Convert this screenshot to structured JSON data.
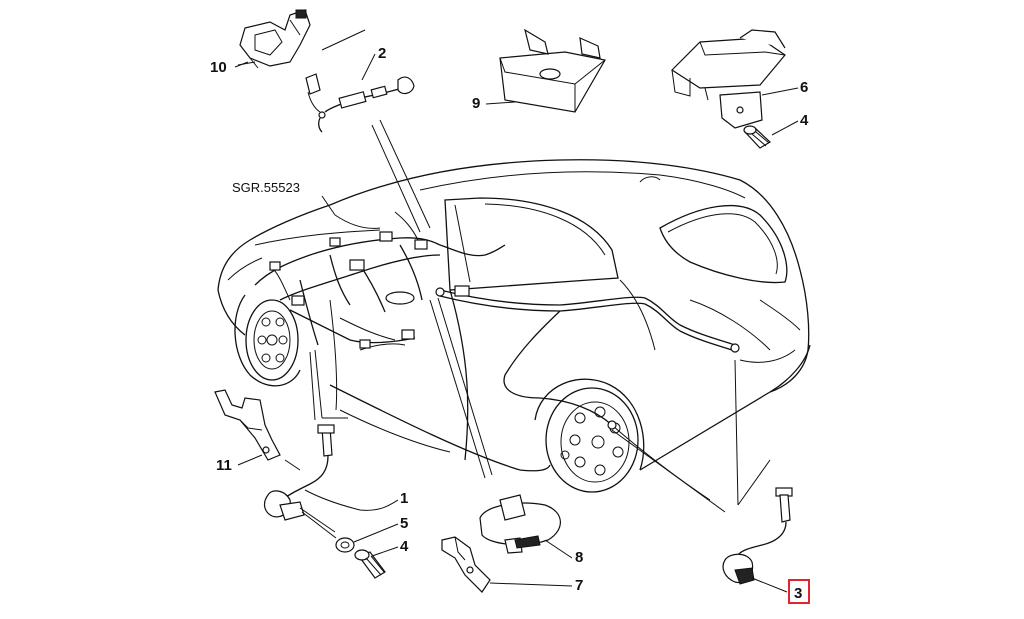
{
  "callouts": {
    "c1": "1",
    "c2": "2",
    "c3": "3",
    "c4_top": "4",
    "c4_bottom": "4",
    "c5": "5",
    "c6": "6",
    "c7": "7",
    "c8": "8",
    "c9": "9",
    "c10": "10",
    "c11": "11",
    "ref_group": "SGR.55523"
  },
  "highlight": {
    "callout": "3",
    "color": "#e0262b"
  }
}
